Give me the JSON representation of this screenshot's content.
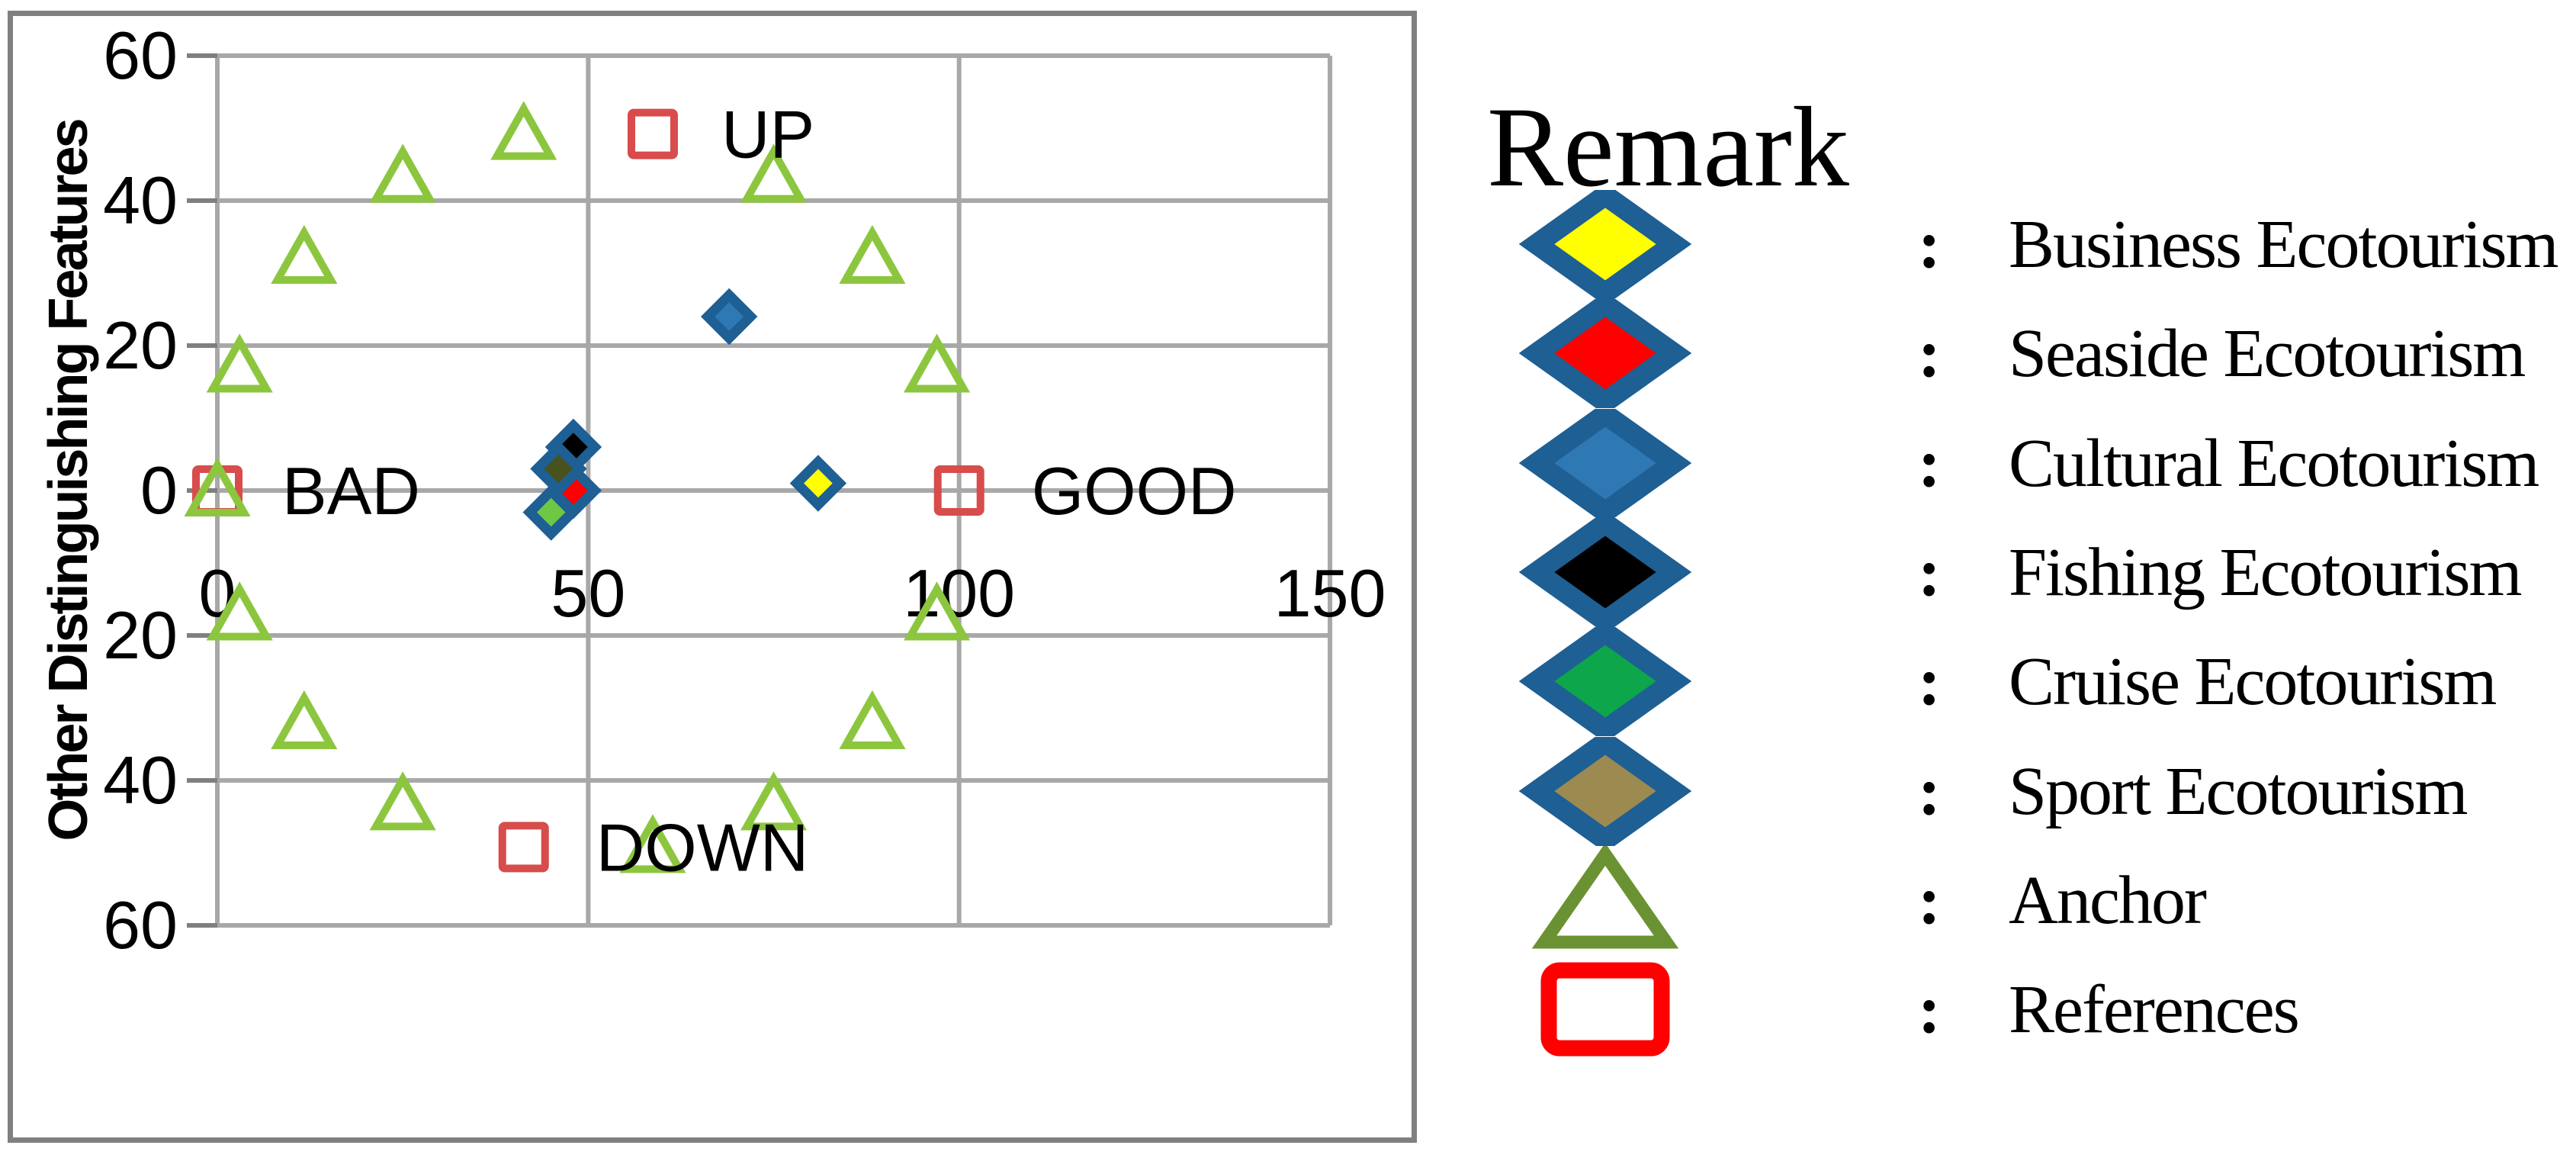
{
  "figure": {
    "background": "#FFFFFF",
    "frame_color": "#808080",
    "grid_color": "#A8A8A8",
    "axis_tick_color": "#7F7F7F",
    "diamond_border_color": "#1E5F94"
  },
  "chart_data": {
    "type": "scatter",
    "title": "",
    "xlabel": "",
    "ylabel": "Other Distinguishing Features",
    "xlim": [
      0,
      150
    ],
    "ylim": [
      -60,
      60
    ],
    "grid": true,
    "x_ticks": [
      {
        "value": 0,
        "label": "0"
      },
      {
        "value": 50,
        "label": "50"
      },
      {
        "value": 100,
        "label": "100"
      },
      {
        "value": 150,
        "label": "150"
      }
    ],
    "y_ticks": [
      {
        "value": 60,
        "label": "60"
      },
      {
        "value": 40,
        "label": "40"
      },
      {
        "value": 20,
        "label": "20"
      },
      {
        "value": 0,
        "label": "0"
      },
      {
        "value": -20,
        "label": "20"
      },
      {
        "value": -40,
        "label": "40"
      },
      {
        "value": -60,
        "label": "60"
      }
    ],
    "series": [
      {
        "name": "Seaside Ecotourism",
        "marker": "diamond",
        "fill": "#FF0000",
        "border": "#1E5F94",
        "points": [
          [
            48,
            0
          ]
        ]
      },
      {
        "name": "Fishing Ecotourism",
        "marker": "diamond",
        "fill": "#000000",
        "border": "#1E5F94",
        "points": [
          [
            48,
            6
          ]
        ]
      },
      {
        "name": "Sport Ecotourism",
        "marker": "diamond",
        "fill": "#47521E",
        "border": "#1E5F94",
        "points": [
          [
            46,
            3
          ]
        ]
      },
      {
        "name": "Cruise Ecotourism",
        "marker": "diamond",
        "fill": "#6EC843",
        "border": "#1E5F94",
        "points": [
          [
            45,
            -3
          ]
        ]
      },
      {
        "name": "Cultural Ecotourism",
        "marker": "diamond",
        "fill": "#2E78B4",
        "border": "#1E5F94",
        "points": [
          [
            69,
            24
          ]
        ]
      },
      {
        "name": "Business Ecotourism",
        "marker": "diamond",
        "fill": "#FFFF00",
        "border": "#1E5F94",
        "points": [
          [
            81,
            1
          ]
        ]
      },
      {
        "name": "References",
        "marker": "square",
        "stroke": "#D84C4C",
        "points": [
          [
            0,
            0
          ],
          [
            100,
            0
          ],
          [
            58.7,
            49.2
          ],
          [
            41.3,
            -49.2
          ]
        ]
      },
      {
        "name": "Anchor",
        "marker": "triangle",
        "stroke": "#8CC63E",
        "circle_center": [
          50,
          0
        ],
        "circle_radius": 50,
        "angles_deg": [
          20,
          40,
          60,
          100,
          120,
          140,
          160,
          180,
          200,
          220,
          240,
          280,
          300,
          320,
          340
        ],
        "points": [
          [
            97,
            17.1
          ],
          [
            88.3,
            32.1
          ],
          [
            75,
            43.3
          ],
          [
            41.3,
            49.2
          ],
          [
            25,
            43.3
          ],
          [
            11.7,
            32.1
          ],
          [
            3,
            17.1
          ],
          [
            0,
            0
          ],
          [
            3,
            -17.1
          ],
          [
            11.7,
            -32.1
          ],
          [
            25,
            -43.3
          ],
          [
            58.7,
            -49.2
          ],
          [
            75,
            -43.3
          ],
          [
            88.3,
            -32.1
          ],
          [
            97,
            -17.1
          ]
        ]
      }
    ],
    "annotations": [
      {
        "text": "BAD",
        "x": 0,
        "y": 0,
        "dx": 85
      },
      {
        "text": "GOOD",
        "x": 100,
        "y": 0,
        "dx": 95
      },
      {
        "text": "UP",
        "x": 58.7,
        "y": 49.2,
        "dx": 90
      },
      {
        "text": "DOWN",
        "x": 41.3,
        "y": -49.2,
        "dx": 95
      }
    ],
    "legend_position": "right"
  },
  "legend": {
    "title": "Remark",
    "separator": ":",
    "entries": [
      {
        "marker": "diamond",
        "fill": "#FFFF00",
        "border": "#1E5F94",
        "label": "Business Ecotourism"
      },
      {
        "marker": "diamond",
        "fill": "#FF0000",
        "border": "#1E5F94",
        "label": "Seaside Ecotourism"
      },
      {
        "marker": "diamond",
        "fill": "#2E78B4",
        "border": "#1E5F94",
        "label": "Cultural Ecotourism"
      },
      {
        "marker": "diamond",
        "fill": "#000000",
        "border": "#1E5F94",
        "label": "Fishing Ecotourism"
      },
      {
        "marker": "diamond",
        "fill": "#0DA64B",
        "border": "#1E5F94",
        "label": "Cruise Ecotourism"
      },
      {
        "marker": "diamond",
        "fill": "#9C8A50",
        "border": "#1E5F94",
        "label": "Sport Ecotourism"
      },
      {
        "marker": "triangle",
        "stroke": "#6B9232",
        "label": "Anchor"
      },
      {
        "marker": "square",
        "stroke": "#FF0000",
        "label": "References"
      }
    ]
  }
}
